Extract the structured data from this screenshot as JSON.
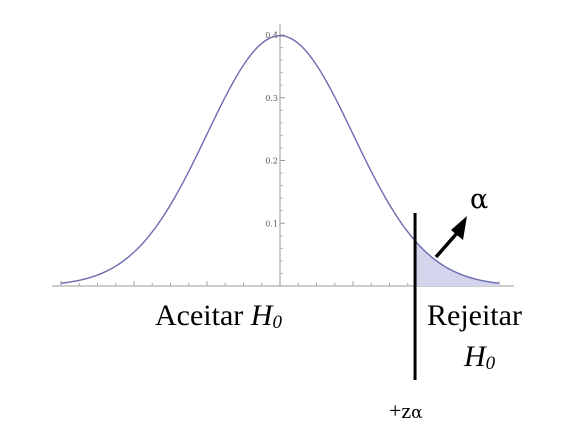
{
  "chart_data": {
    "type": "area",
    "x_range": [
      -3.0,
      3.0
    ],
    "ylim": [
      0,
      0.4
    ],
    "y_ticks": [
      "0.1",
      "0.2",
      "0.3",
      "0.4"
    ],
    "y_tick_values": [
      0.1,
      0.2,
      0.3,
      0.4
    ],
    "x_ticks_labeled": false,
    "critical_z": 1.85,
    "curve_color": "#6b6bb0",
    "shade_color": "#d4d4ec",
    "labels": {
      "accept_prefix": "Aceitar ",
      "accept_h": "H",
      "accept_sub": "0",
      "reject_line1": "Rejeitar",
      "reject_h": "H",
      "reject_sub": "0",
      "alpha": "α",
      "z_plus": "+z",
      "z_sub": "α"
    }
  }
}
